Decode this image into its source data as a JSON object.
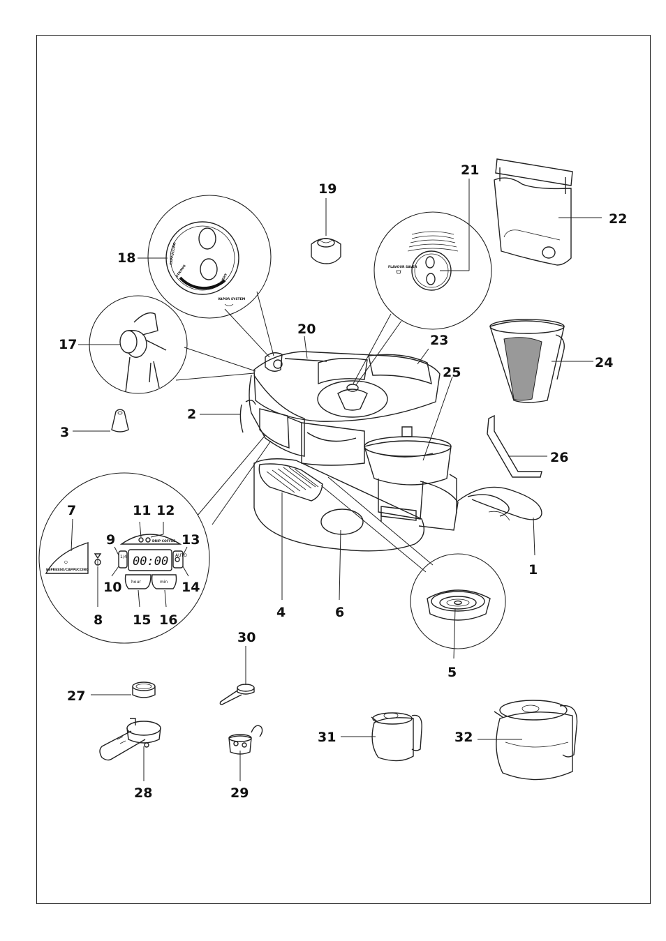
{
  "labels": {
    "p1": "1",
    "p2": "2",
    "p3": "3",
    "p4": "4",
    "p5": "5",
    "p6": "6",
    "p7": "7",
    "p8": "8",
    "p9": "9",
    "p10": "10",
    "p11": "11",
    "p12": "12",
    "p13": "13",
    "p14": "14",
    "p15": "15",
    "p16": "16",
    "p17": "17",
    "p18": "18",
    "p19": "19",
    "p20": "20",
    "p21": "21",
    "p22": "22",
    "p23": "23",
    "p24": "24",
    "p25": "25",
    "p26": "26",
    "p27": "27",
    "p28": "28",
    "p29": "29",
    "p30": "30",
    "p31": "31",
    "p32": "32"
  },
  "panel": {
    "lcd": "00:00",
    "drip_coffee": "DRIP COFFEE",
    "espresso": "ESPRESSO/CAPPUCCINO",
    "btn_hour": "hour",
    "btn_min": "min",
    "btn_left": "1/4",
    "btn_right": "AUTO",
    "power_symbol": "⏻"
  },
  "knob18": {
    "top_label": "CAPPUCCINO",
    "bottom_label": "VAPOR SYSTEM",
    "strong": "STRONG",
    "light": "LIGHT"
  },
  "knob21": {
    "label": "FLAVOUR SAVER"
  }
}
